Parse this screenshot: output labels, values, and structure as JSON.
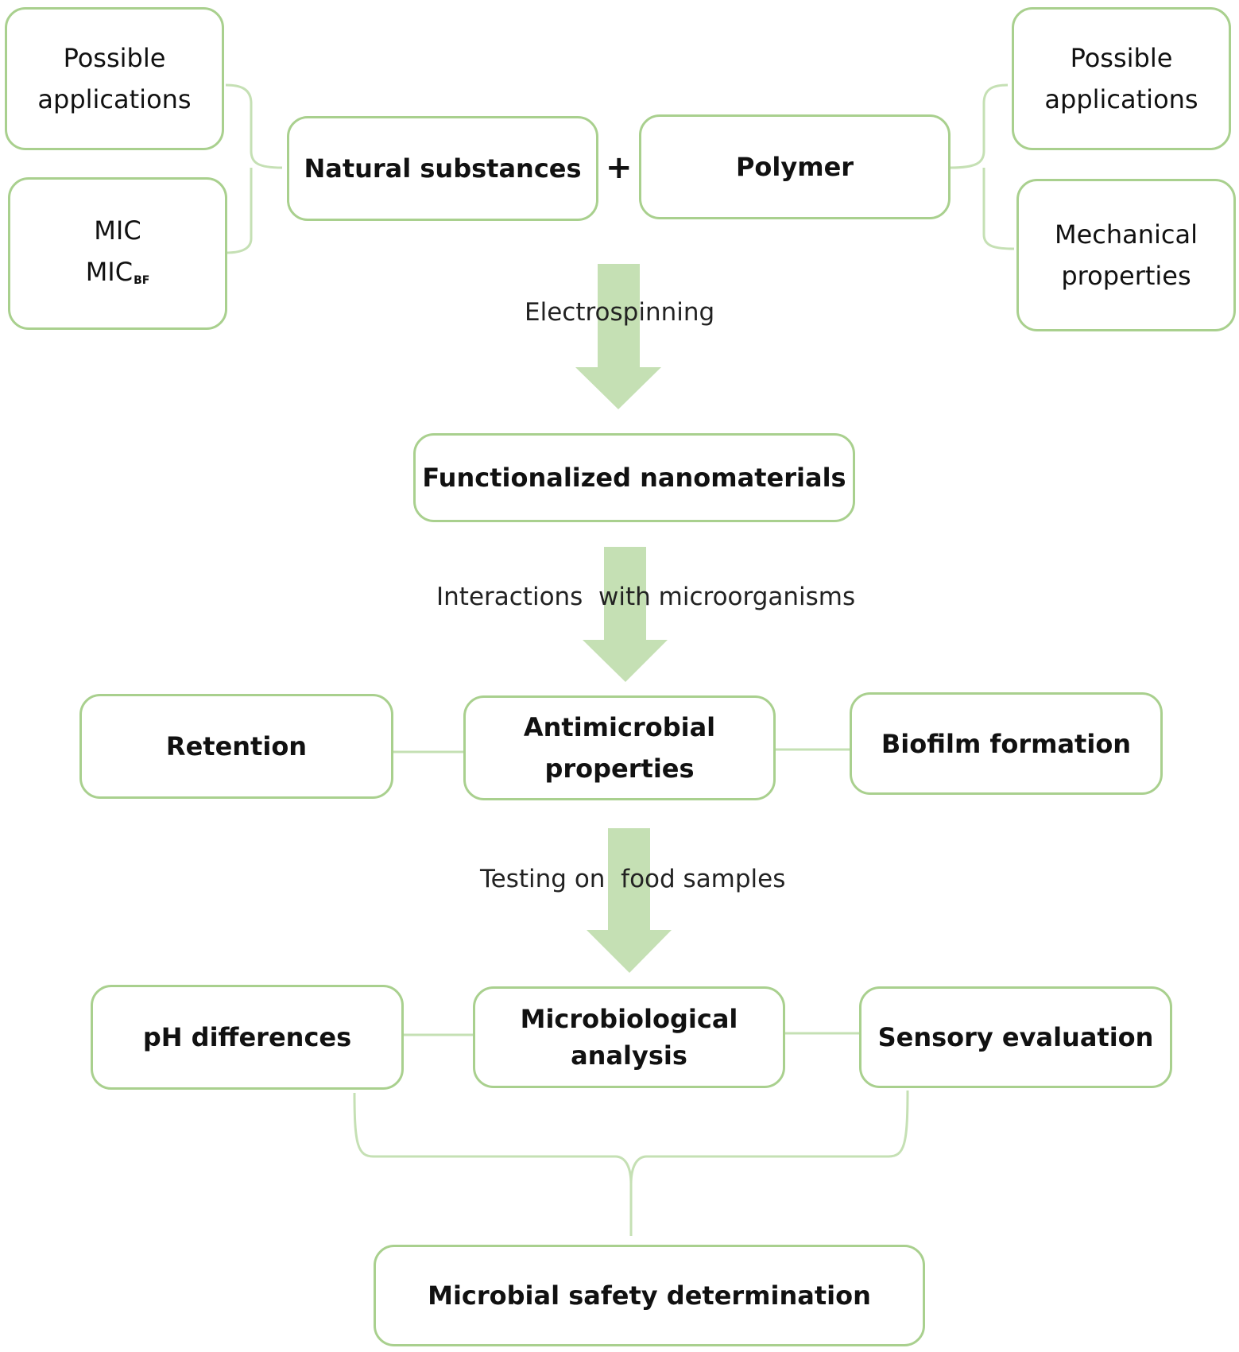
{
  "top_left": {
    "applications": [
      "Possible",
      "applications"
    ],
    "mic_line1": "MIC",
    "mic_line2_base": "MIC",
    "mic_line2_sub": "BF"
  },
  "top_right": {
    "applications": [
      "Possible",
      "applications"
    ],
    "mechanical": [
      "Mechanical",
      "properties"
    ]
  },
  "inputs": {
    "natural": "Natural substances",
    "plus": "+",
    "polymer": "Polymer"
  },
  "steps": {
    "electrospinning": "Electrospinning",
    "functionalized": "Functionalized nanomaterials",
    "interactions": "Interactions  with microorganisms",
    "retention": "Retention",
    "antimicrobial": [
      "Antimicrobial",
      "properties"
    ],
    "biofilm": "Biofilm formation",
    "testing": "Testing on  food samples",
    "ph": "pH differences",
    "microbiological": [
      "Microbiological",
      "analysis"
    ],
    "sensory": "Sensory evaluation",
    "safety": "Microbial safety determination"
  },
  "colors": {
    "border": "#a9d08e",
    "arrow": "#c5e0b4"
  }
}
